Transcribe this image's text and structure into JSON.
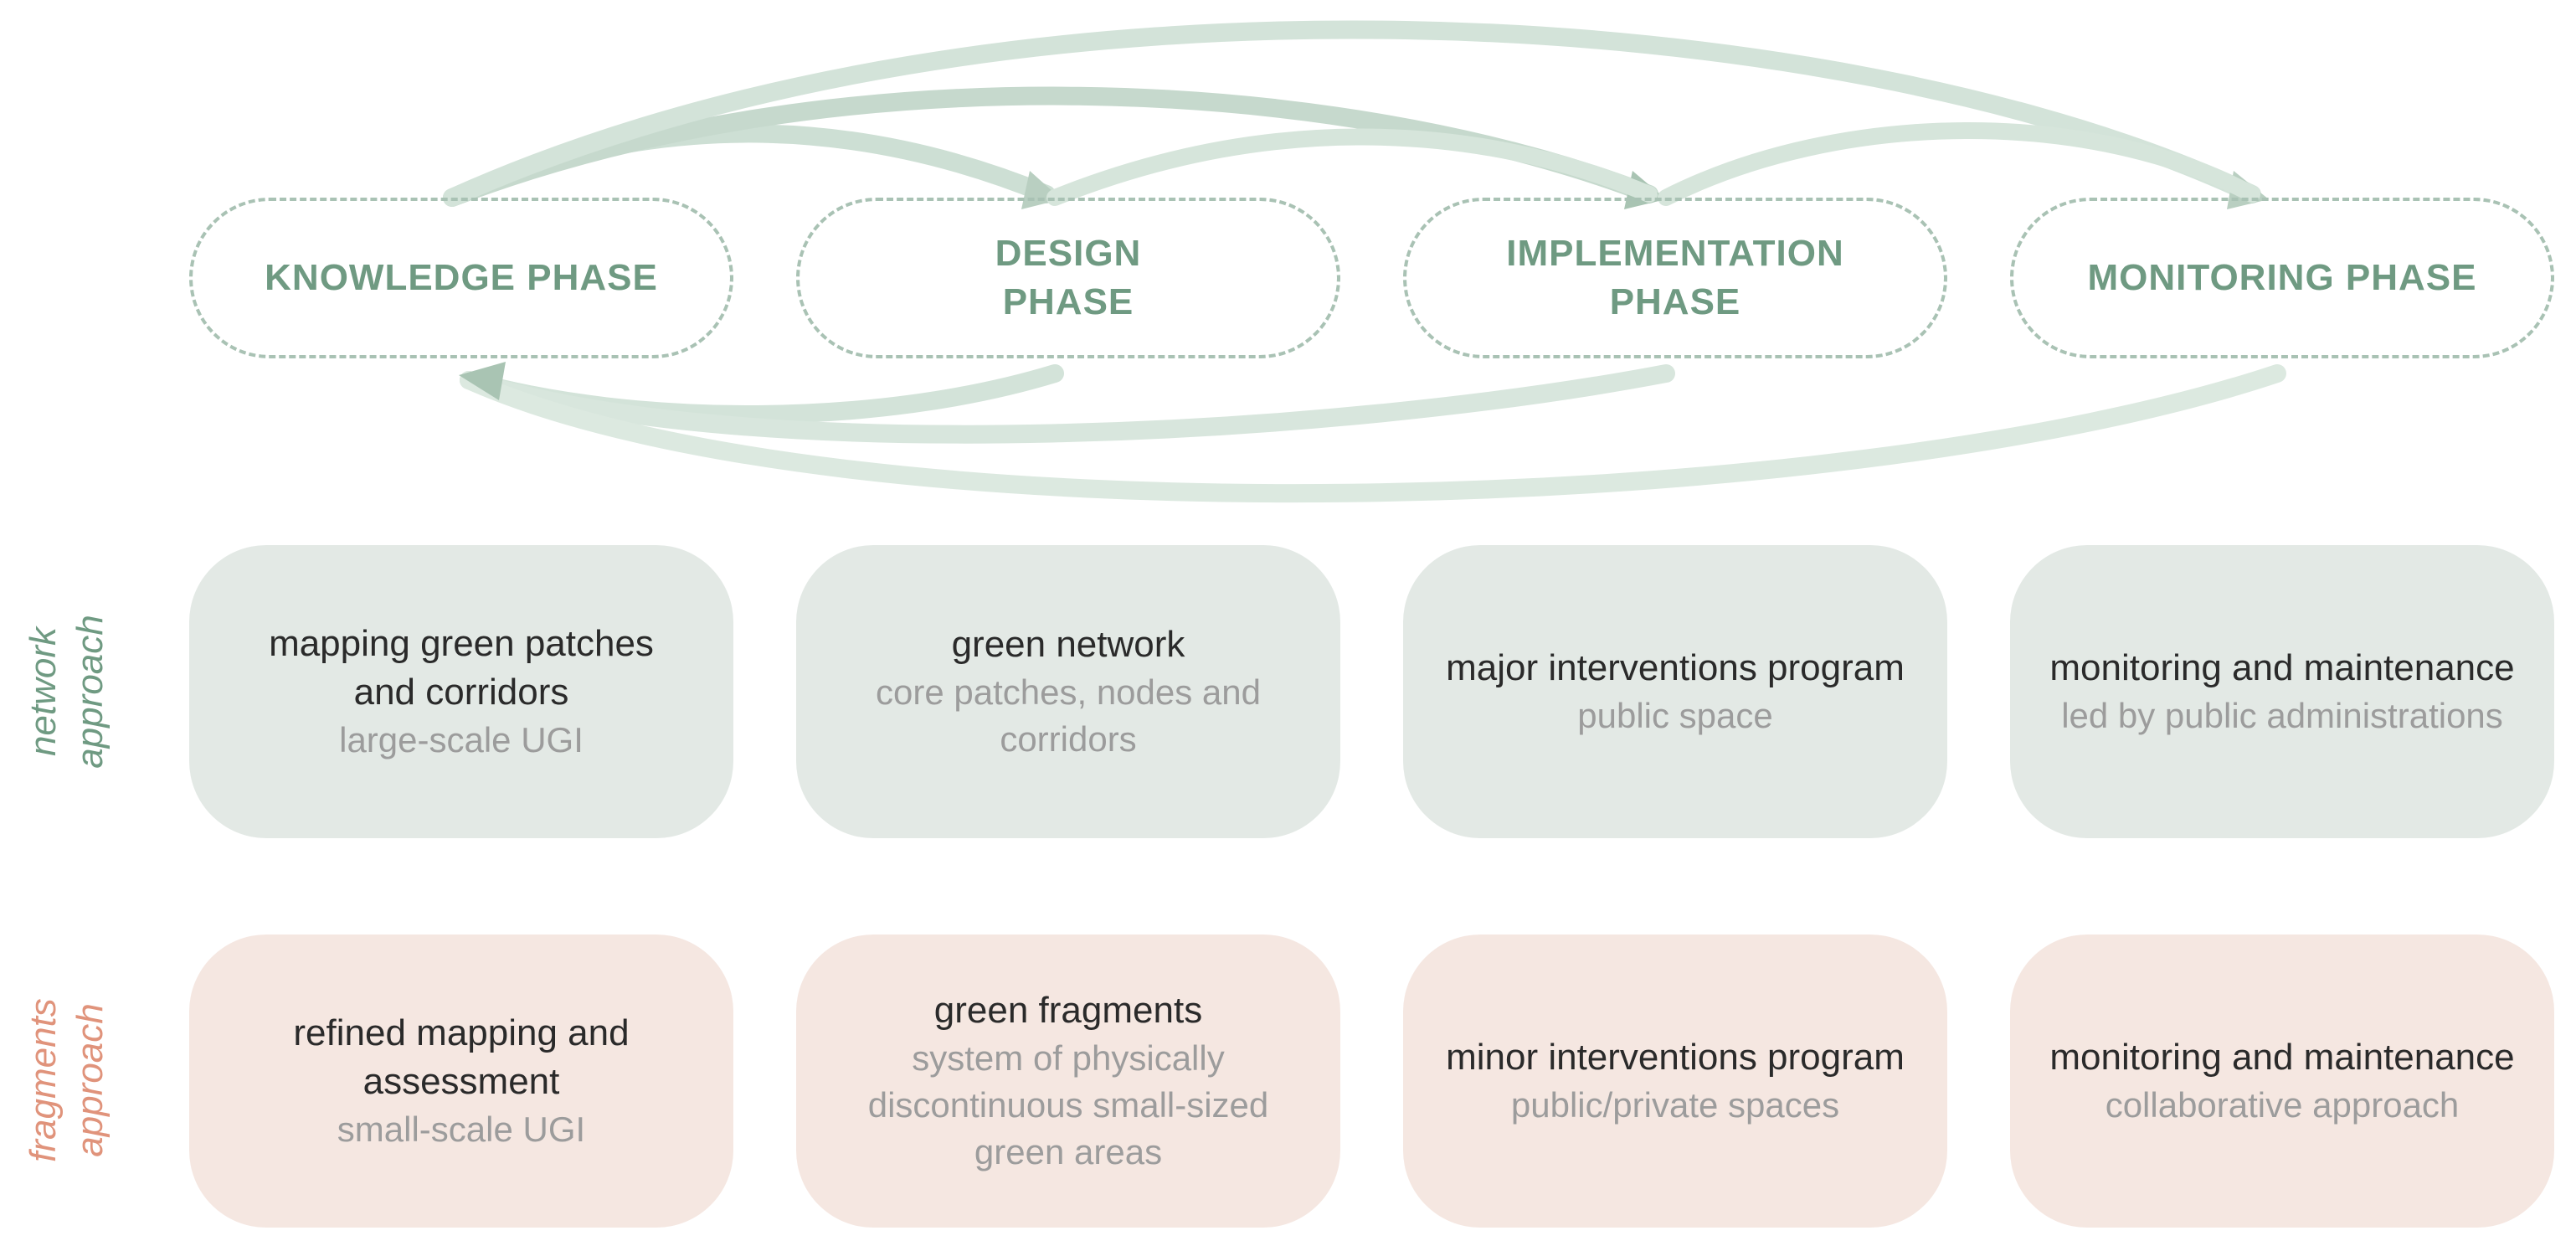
{
  "colors": {
    "phase_text": "#6f9a82",
    "phase_border": "#a9c2b4",
    "network_fill": "#e3e9e5",
    "fragments_fill": "#f5e7e1",
    "network_label": "#6f9a82",
    "fragments_label": "#e0937b",
    "arrow": "#c9dbd0"
  },
  "phases": [
    {
      "label": "KNOWLEDGE PHASE"
    },
    {
      "label": "DESIGN\nPHASE"
    },
    {
      "label": "IMPLEMENTATION\nPHASE"
    },
    {
      "label": "MONITORING PHASE"
    }
  ],
  "rows": {
    "network": {
      "label": "network\napproach",
      "boxes": [
        {
          "title": "mapping green patches\nand corridors",
          "subtitle": "large-scale UGI"
        },
        {
          "title": "green network",
          "subtitle": "core patches, nodes and\ncorridors"
        },
        {
          "title": "major interventions program",
          "subtitle": "public space"
        },
        {
          "title": "monitoring and maintenance",
          "subtitle": "led by public administrations"
        }
      ]
    },
    "fragments": {
      "label": "fragments\napproach",
      "boxes": [
        {
          "title": "refined mapping and\nassessment",
          "subtitle": "small-scale UGI"
        },
        {
          "title": "green fragments",
          "subtitle": "system of physically\ndiscontinuous small-sized\ngreen areas"
        },
        {
          "title": "minor interventions program",
          "subtitle": "public/private spaces"
        },
        {
          "title": "monitoring and maintenance",
          "subtitle": "collaborative approach"
        }
      ]
    }
  }
}
